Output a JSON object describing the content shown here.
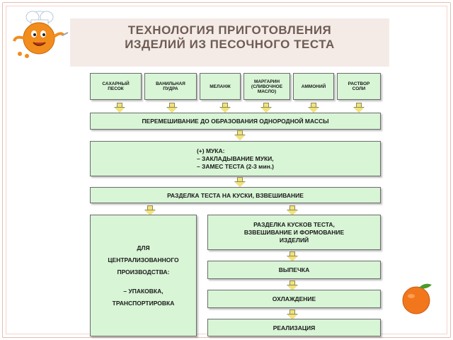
{
  "title": {
    "line1": "ТЕХНОЛОГИЯ ПРИГОТОВЛЕНИЯ",
    "line2": "ИЗДЕЛИЙ ИЗ ПЕСОЧНОГО ТЕСТА"
  },
  "ingredients": [
    {
      "line1": "САХАРНЫЙ",
      "line2": "ПЕСОК",
      "line3": ""
    },
    {
      "line1": "ВАНИЛЬНАЯ",
      "line2": "ПУДРА",
      "line3": ""
    },
    {
      "line1": "МЕЛАНЖ",
      "line2": "",
      "line3": ""
    },
    {
      "line1": "МАРГАРИН",
      "line2": "(СЛИВОЧНОЕ",
      "line3": "МАСЛО)"
    },
    {
      "line1": "АММОНИЙ",
      "line2": "",
      "line3": ""
    },
    {
      "line1": "РАСТВОР",
      "line2": "СОЛИ",
      "line3": ""
    }
  ],
  "steps": {
    "mixing": "ПЕРЕМЕШИВАНИЕ ДО ОБРАЗОВАНИЯ ОДНОРОДНОЙ МАССЫ",
    "flour": {
      "line1": "(+) МУКА:",
      "line2": "–   ЗАКЛАДЫВАНИЕ МУКИ,",
      "line3": "–   ЗАМЕС ТЕСТА (2-3 мин.)"
    },
    "division": "РАЗДЕЛКА ТЕСТА НА КУСКИ, ВЗВЕШИВАНИЕ",
    "centralized": {
      "line1": "ДЛЯ",
      "line2": "ЦЕНТРАЛИЗОВАННОГО",
      "line3": "ПРОИЗВОДСТВА:",
      "line4": "–   УПАКОВКА,",
      "line5": "ТРАНСПОРТИРОВКА"
    },
    "shaping": {
      "line1": "РАЗДЕЛКА КУСКОВ ТЕСТА,",
      "line2": "ВЗВЕШИВАНИЕ И ФОРМОВАНИЕ",
      "line3": "ИЗДЕЛИЙ"
    },
    "baking": "ВЫПЕЧКА",
    "cooling": "ОХЛАЖДЕНИЕ",
    "sales": "РЕАЛИЗАЦИЯ"
  },
  "colors": {
    "box_fill": "#d8f5d6",
    "arrow_fill": "#f3e27a",
    "title_bg": "#f4ebe7",
    "title_text": "#6e5c54"
  },
  "icons": {
    "mascot": "chef-orange-mascot-icon",
    "decor": "orange-fruit-icon"
  }
}
